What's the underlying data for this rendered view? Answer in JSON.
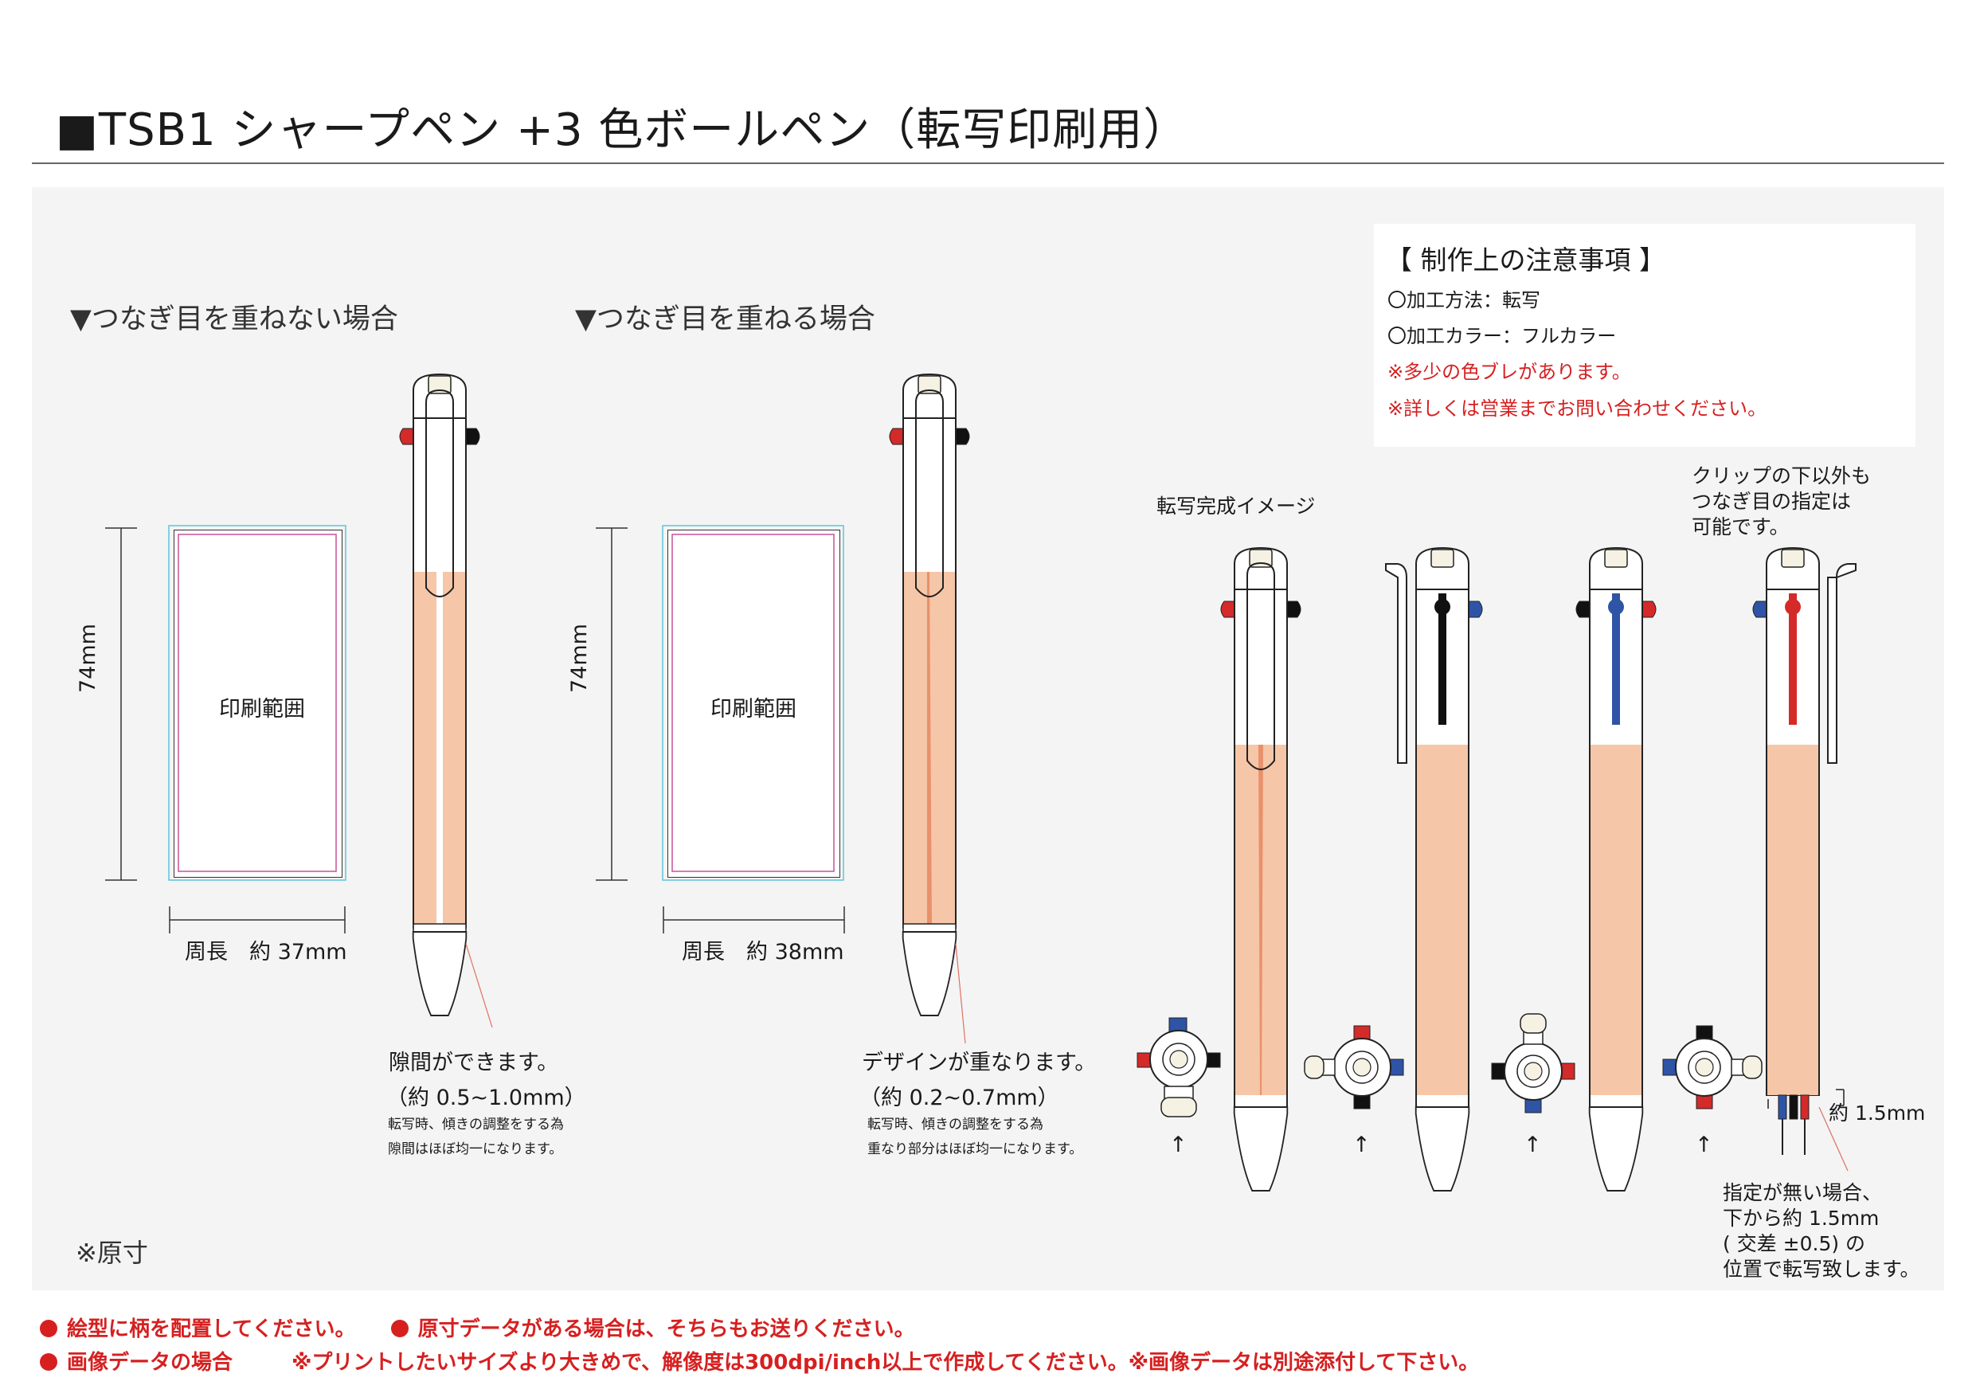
{
  "header": {
    "title": "■TSB1 シャープペン +3 色ボールペン（転写印刷用）"
  },
  "notes": {
    "heading": "【 制作上の注意事項 】",
    "method": "〇加工方法：転写",
    "color": "〇加工カラー：フルカラー",
    "warning1": "※多少の色ブレがあります。",
    "warning2": "※詳しくは営業までお問い合わせください。"
  },
  "sections": {
    "no_overlap": {
      "heading": "▼つなぎ目を重ねない場合",
      "height_label": "74mm",
      "print_area": "印刷範囲",
      "circumference": "周長　約 37mm",
      "gap_title": "隙間ができます。",
      "gap_value": "（約 0.5~1.0mm）",
      "note1": "転写時、傾きの調整をする為",
      "note2": "隙間はほぼ均一になります。"
    },
    "overlap": {
      "heading": "▼つなぎ目を重ねる場合",
      "height_label": "74mm",
      "print_area": "印刷範囲",
      "circumference": "周長　約 38mm",
      "gap_title": "デザインが重なります。",
      "gap_value": "（約 0.2~0.7mm）",
      "note1": "転写時、傾きの調整をする為",
      "note2": "重なり部分はほぼ均一になります。"
    },
    "preview": {
      "label": "転写完成イメージ",
      "clip_note": [
        "クリップの下以外も",
        "つなぎ目の指定は",
        "可能です。"
      ],
      "dimension": "約 1.5mm",
      "default_note": [
        "指定が無い場合、",
        "下から約 1.5mm",
        "( 交差 ±0.5) の",
        "位置で転写致します。"
      ],
      "arrow": "↑"
    }
  },
  "actual_size": "※原寸",
  "footer": {
    "line1a": "絵型に柄を配置してください。",
    "line1b": "原寸データがある場合は、そちらもお送りください。",
    "line2a": "画像データの場合",
    "line2b": "※プリントしたいサイズより大きめで、解像度は300dpi/inch以上で作成してください。※画像データは別途添付して下さい。"
  },
  "colors": {
    "peach": "#f6c6a8",
    "accent_red": "#d62020",
    "ink_red": "#d42a2a",
    "ink_blue": "#2f54a6",
    "ink_black": "#111111",
    "panel": "#f4f4f4"
  }
}
